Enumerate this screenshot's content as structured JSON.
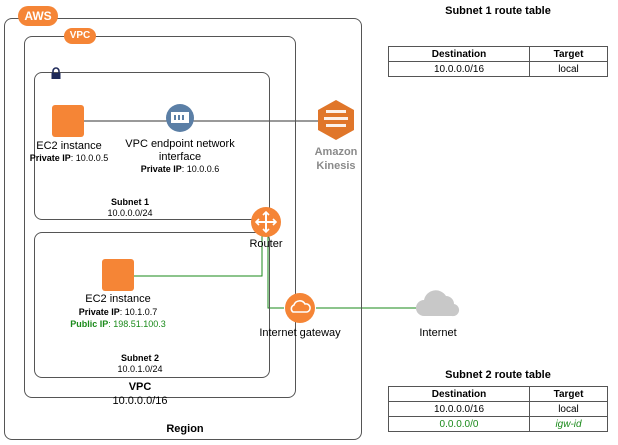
{
  "badges": {
    "aws": "AWS",
    "vpc": "VPC"
  },
  "subnet1": {
    "ec2_label": "EC2 instance",
    "ec2_private_ip_key": "Private IP",
    "ec2_private_ip_value": ": 10.0.0.5",
    "endpoint_label_line1": "VPC endpoint network",
    "endpoint_label_line2": "interface",
    "endpoint_private_ip_key": "Private IP",
    "endpoint_private_ip_value": ": 10.0.0.6",
    "name": "Subnet 1",
    "cidr": "10.0.0.0/24"
  },
  "subnet2": {
    "ec2_label": "EC2 instance",
    "private_ip_key": "Private IP",
    "private_ip_value": ": 10.1.0.7",
    "public_ip_key": "Public IP",
    "public_ip_value": ": 198.51.100.3",
    "name": "Subnet 2",
    "cidr": "10.0.1.0/24"
  },
  "vpc": {
    "name": "VPC",
    "cidr": "10.0.0.0/16"
  },
  "region": {
    "name": "Region"
  },
  "router": {
    "label": "Router"
  },
  "internet_gateway": {
    "label": "Internet gateway"
  },
  "internet": {
    "label": "Internet"
  },
  "kinesis": {
    "line1": "Amazon",
    "line2": "Kinesis"
  },
  "route_table_1": {
    "title": "Subnet 1 route table",
    "headers": [
      "Destination",
      "Target"
    ],
    "rows": [
      [
        "10.0.0.0/16",
        "local"
      ]
    ]
  },
  "route_table_2": {
    "title": "Subnet 2 route table",
    "headers": [
      "Destination",
      "Target"
    ],
    "rows": [
      [
        "10.0.0.0/16",
        "local"
      ],
      [
        "0.0.0.0/0",
        "igw-id"
      ]
    ]
  },
  "colors": {
    "aws_orange": "#f58536",
    "kinesis_orange": "#e0762a",
    "green": "#1a8a1a",
    "cloud_grey": "#c8c8c8",
    "endpoint_blue": "#5b7fa6"
  },
  "icons": [
    "lock-icon",
    "network-interface-icon",
    "router-icon",
    "internet-gateway-icon",
    "cloud-icon",
    "kinesis-icon"
  ]
}
